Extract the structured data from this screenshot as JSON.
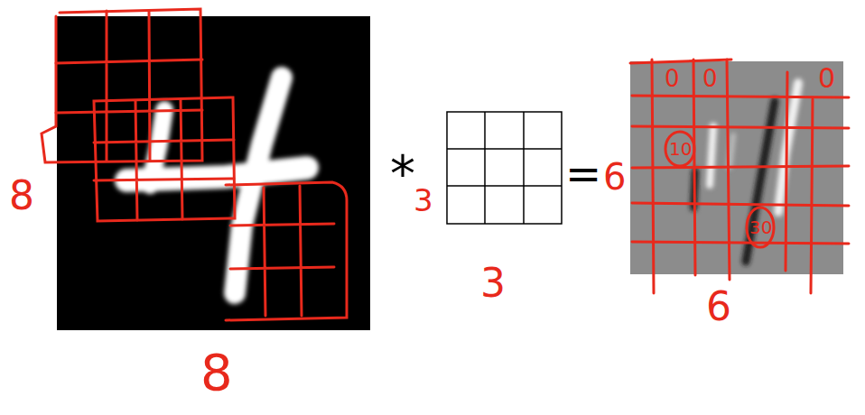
{
  "diagram": {
    "labels": [
      "8",
      "*",
      "3",
      "=",
      "6",
      "0",
      "0",
      "0",
      "10",
      "30",
      "8",
      "3",
      "6"
    ]
  }
}
